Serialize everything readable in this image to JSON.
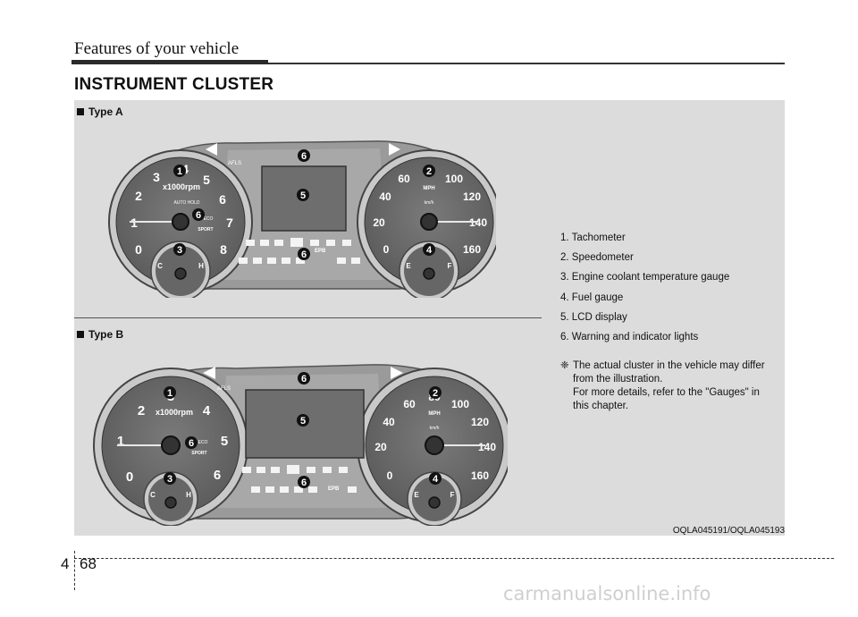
{
  "header": {
    "chapter_title": "Features of your vehicle"
  },
  "section": {
    "title": "INSTRUMENT CLUSTER"
  },
  "figures": {
    "type_a_label": "Type A",
    "type_b_label": "Type B",
    "image_code": "OQLA045191/OQLA045193"
  },
  "legend": [
    "1. Tachometer",
    "2. Speedometer",
    "3. Engine coolant temperature gauge",
    "4. Fuel gauge",
    "5. LCD display",
    "6. Warning and indicator lights"
  ],
  "note": {
    "symbol": "❈",
    "lines": [
      "The actual cluster in the vehicle may differ",
      "from the illustration.",
      "For more details, refer to the \"Gauges\" in",
      "this chapter."
    ]
  },
  "footer": {
    "chapter_number": "4",
    "page_number": "68"
  },
  "watermark": "carmanualsonline.info",
  "cluster_text": {
    "rpm_unit": "x1000rpm",
    "mph": "MPH",
    "kmh": "km/h",
    "afls": "AFLS",
    "epb": "EPB",
    "eco": "ECO",
    "sport": "SPORT",
    "auto_hold": "AUTO HOLD",
    "tach_numbers": [
      "0",
      "1",
      "2",
      "3",
      "4",
      "5",
      "6",
      "7",
      "8"
    ],
    "tach_numbers_b": [
      "0",
      "1",
      "2",
      "3",
      "4",
      "5",
      "6"
    ],
    "speed_numbers": [
      "0",
      "20",
      "40",
      "60",
      "80",
      "100",
      "120",
      "140",
      "160"
    ],
    "temp_c": "C",
    "temp_h": "H",
    "fuel_e": "E",
    "fuel_f": "F",
    "callouts": [
      "1",
      "2",
      "3",
      "4",
      "5",
      "6"
    ]
  },
  "colors": {
    "gauge_face": "#6b6b6b",
    "gauge_rim": "#bdbdbd",
    "housing": "#8a8a8a",
    "panel": "#dcdcdc"
  }
}
